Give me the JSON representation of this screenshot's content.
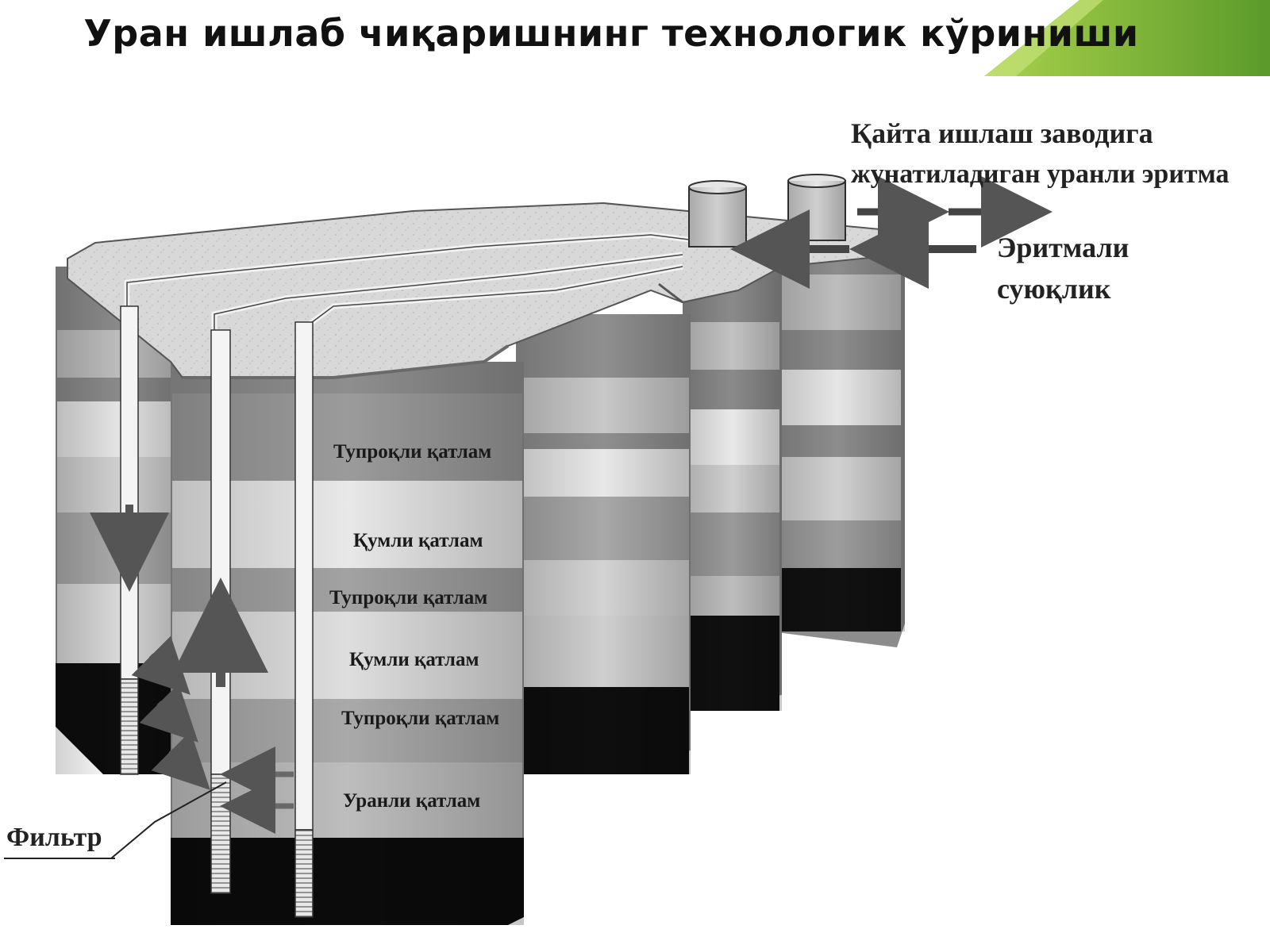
{
  "slide": {
    "title": "Уран ишлаб чиқаришнинг технологик кўриниши"
  },
  "colors": {
    "accent_light": "#a9d24b",
    "accent_dark": "#5b9a2a"
  },
  "labels": {
    "processing_plant": "Қайта ишлаш заводига",
    "uranium_solution": "жунатиладиган уранли эритма",
    "solution_liquid_1": "Эритмали",
    "solution_liquid_2": "суюқлик",
    "filter": "Фильтр"
  },
  "layers": [
    "Тупроқли қатлам",
    "Қумли қатлам",
    "Тупроқли қатлам",
    "Қумли қатлам",
    "Тупроқли қатлам",
    "Уранли қатлам"
  ]
}
